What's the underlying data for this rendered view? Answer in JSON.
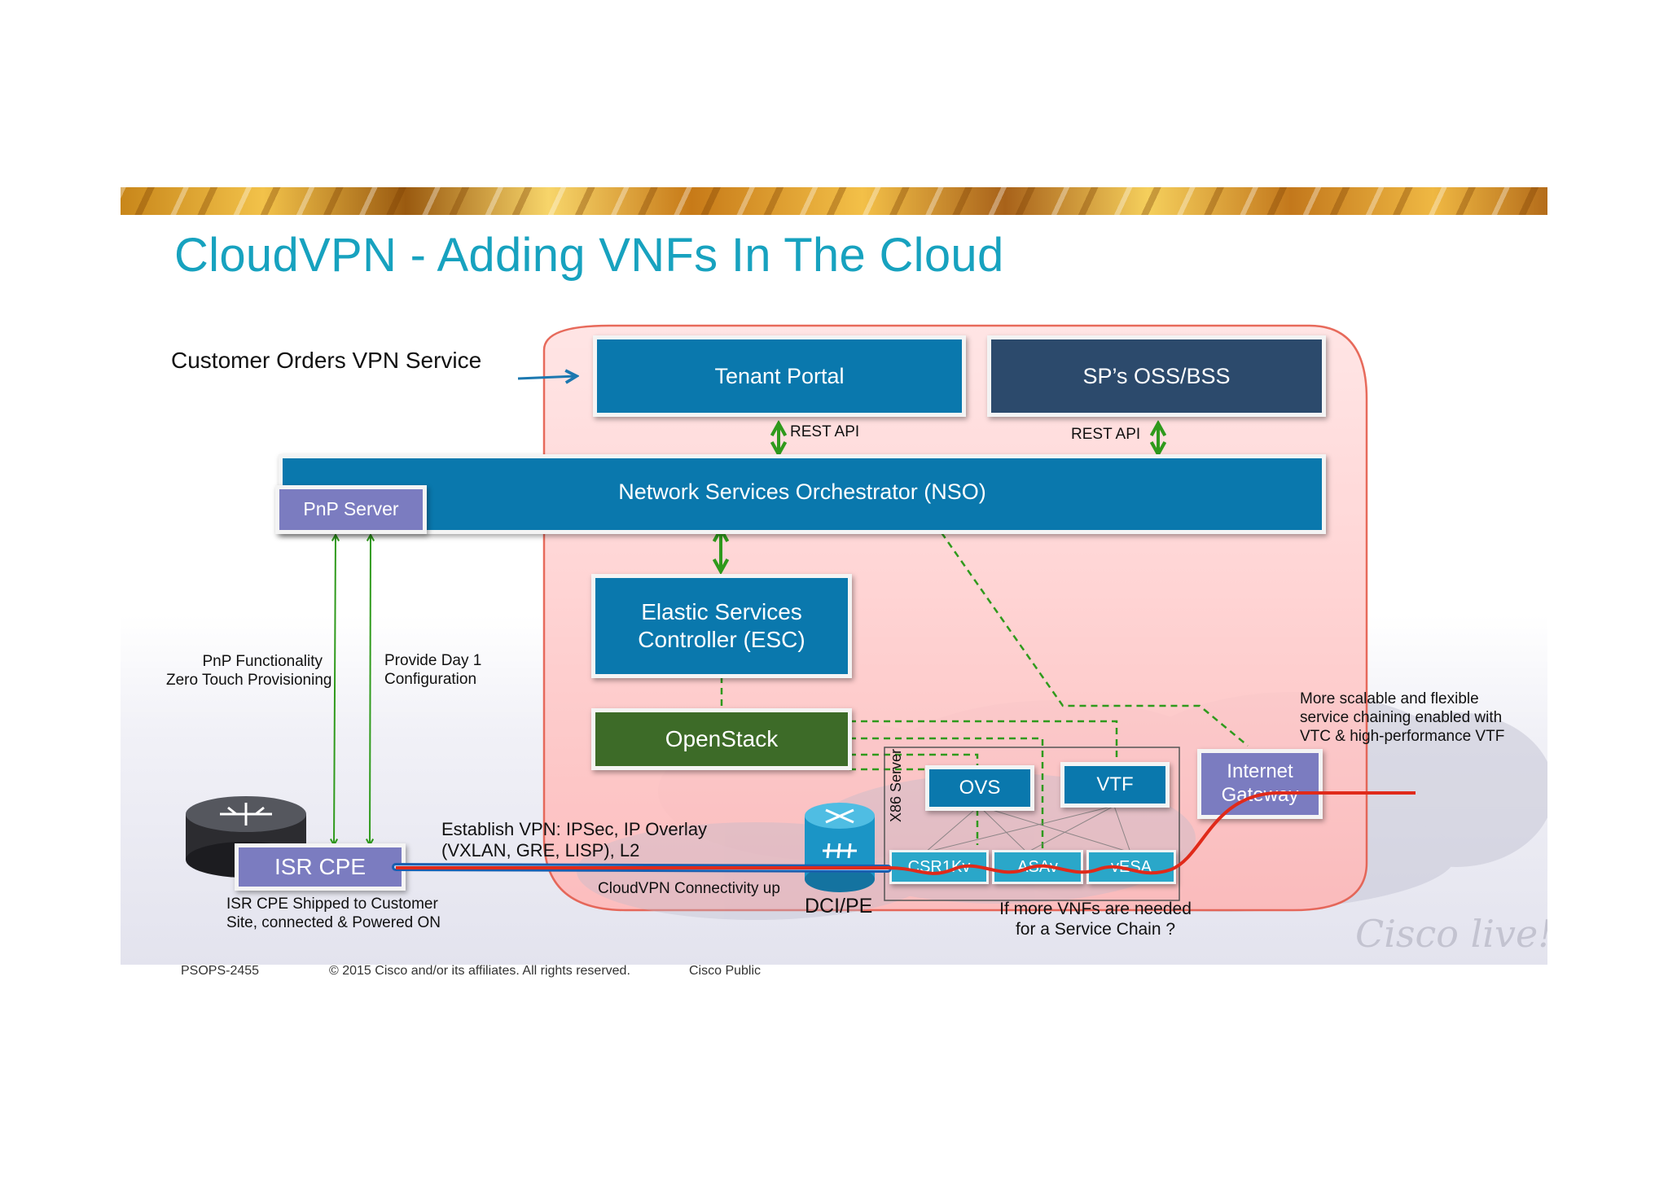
{
  "title": "CloudVPN - Adding VNFs In The Cloud",
  "labels": {
    "customer_orders": "Customer Orders VPN Service",
    "rest_api_left": "REST API",
    "rest_api_right": "REST API",
    "pnp_functionality": "PnP Functionality",
    "zero_touch": "Zero Touch Provisioning",
    "provide_day1": "Provide Day 1",
    "configuration": "Configuration",
    "establish_vpn_1": "Establish VPN: IPSec, IP Overlay",
    "establish_vpn_2": "(VXLAN, GRE, LISP), L2",
    "cloudvpn_connectivity": "CloudVPN Connectivity up",
    "isr_shipped_1": "ISR CPE Shipped to Customer",
    "isr_shipped_2": "Site, connected & Powered ON",
    "dci_pe": "DCI/PE",
    "more_vnfs_1": "If more VNFs are needed",
    "more_vnfs_2": "for a Service Chain ?",
    "scalable_1": "More scalable and flexible",
    "scalable_2": "service chaining enabled with",
    "scalable_3": "VTC & high-performance VTF",
    "x86_server": "X86 Server"
  },
  "boxes": {
    "tenant_portal": "Tenant Portal",
    "oss_bss": "SP’s OSS/BSS",
    "nso": "Network Services Orchestrator (NSO)",
    "pnp_server": "PnP Server",
    "esc_line1": "Elastic Services",
    "esc_line2": "Controller (ESC)",
    "openstack": "OpenStack",
    "ovs": "OVS",
    "vtf": "VTF",
    "internet_gw_line1": "Internet",
    "internet_gw_line2": "Gateway",
    "isr_cpe": "ISR CPE",
    "csr1kv": "CSR1Kv",
    "asav": "ASAv",
    "vesa": "vESA"
  },
  "footer": {
    "session": "PSOPS-2455",
    "copyright": "© 2015 Cisco and/or its affiliates. All rights reserved.",
    "classification": "Cisco Public",
    "logo": "Cisco live!"
  },
  "colors": {
    "title": "#17a2bf",
    "box_blue": "#0a78ad",
    "box_navy": "#2c4a6c",
    "box_purple": "#7b7cc0",
    "box_green": "#3d6b28",
    "vnf": "#2aa7c9",
    "cloud_region": "#ffc9c9",
    "arrow_green": "#2f9a1c",
    "vpn_red": "#e02a1a",
    "vpn_blue": "#1a5fb0"
  }
}
